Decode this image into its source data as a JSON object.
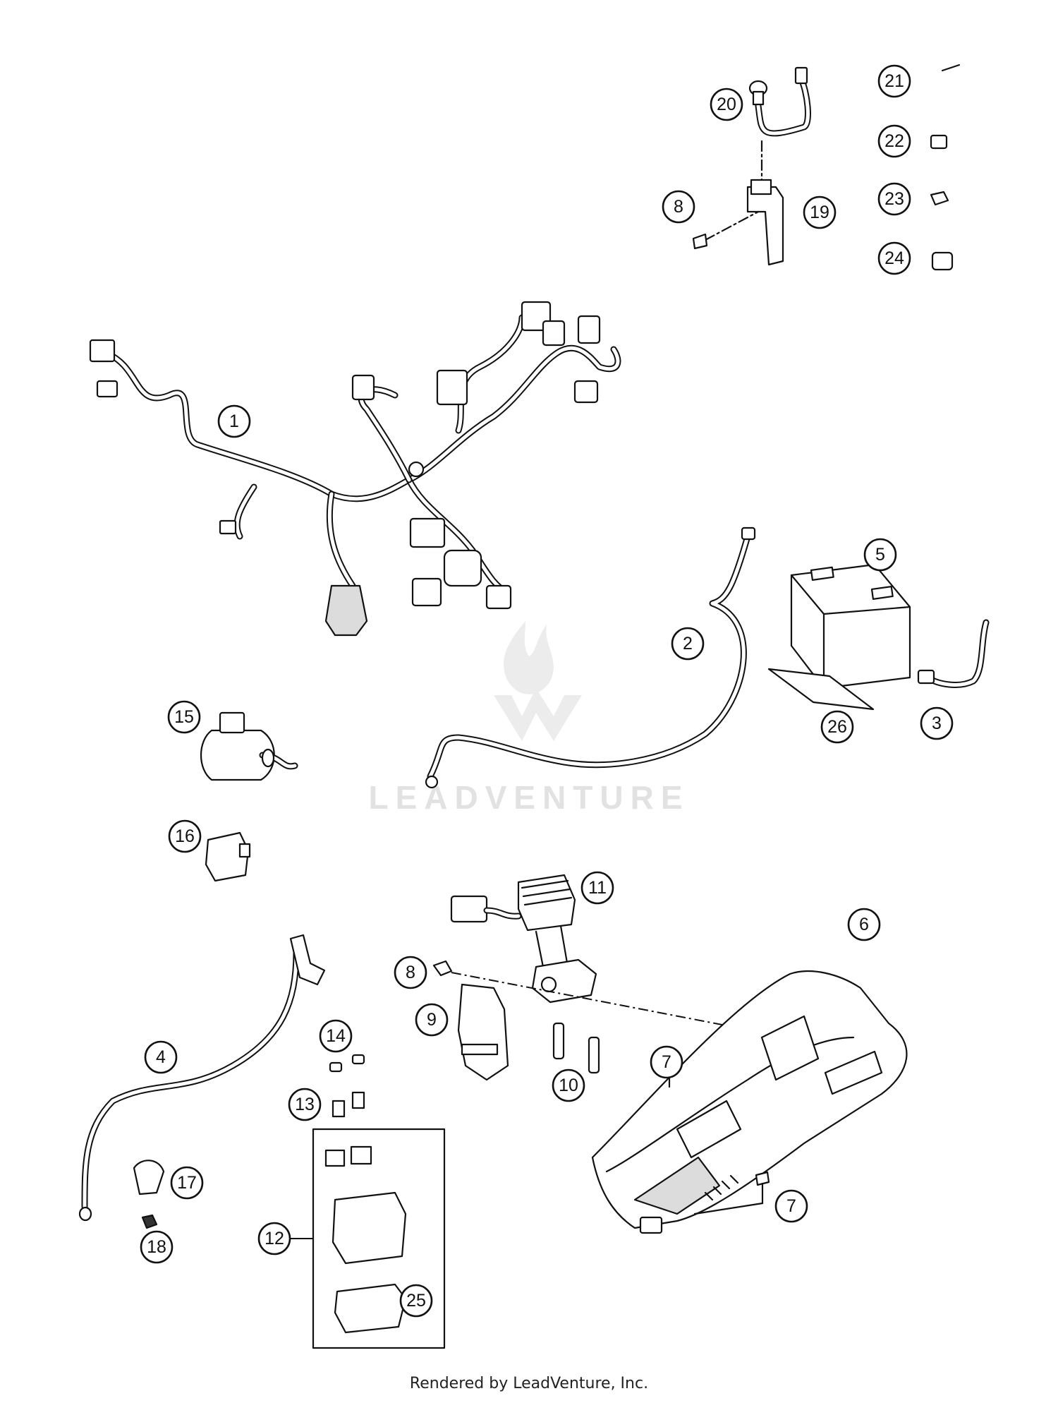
{
  "watermark": {
    "brand": "LEADVENTURE"
  },
  "footer": {
    "credit": "Rendered by LeadVenture, Inc."
  },
  "callouts": [
    "1",
    "2",
    "3",
    "4",
    "5",
    "6",
    "7",
    "7",
    "8",
    "8",
    "9",
    "10",
    "11",
    "12",
    "13",
    "14",
    "15",
    "16",
    "17",
    "18",
    "19",
    "20",
    "21",
    "22",
    "23",
    "24",
    "25",
    "26"
  ]
}
